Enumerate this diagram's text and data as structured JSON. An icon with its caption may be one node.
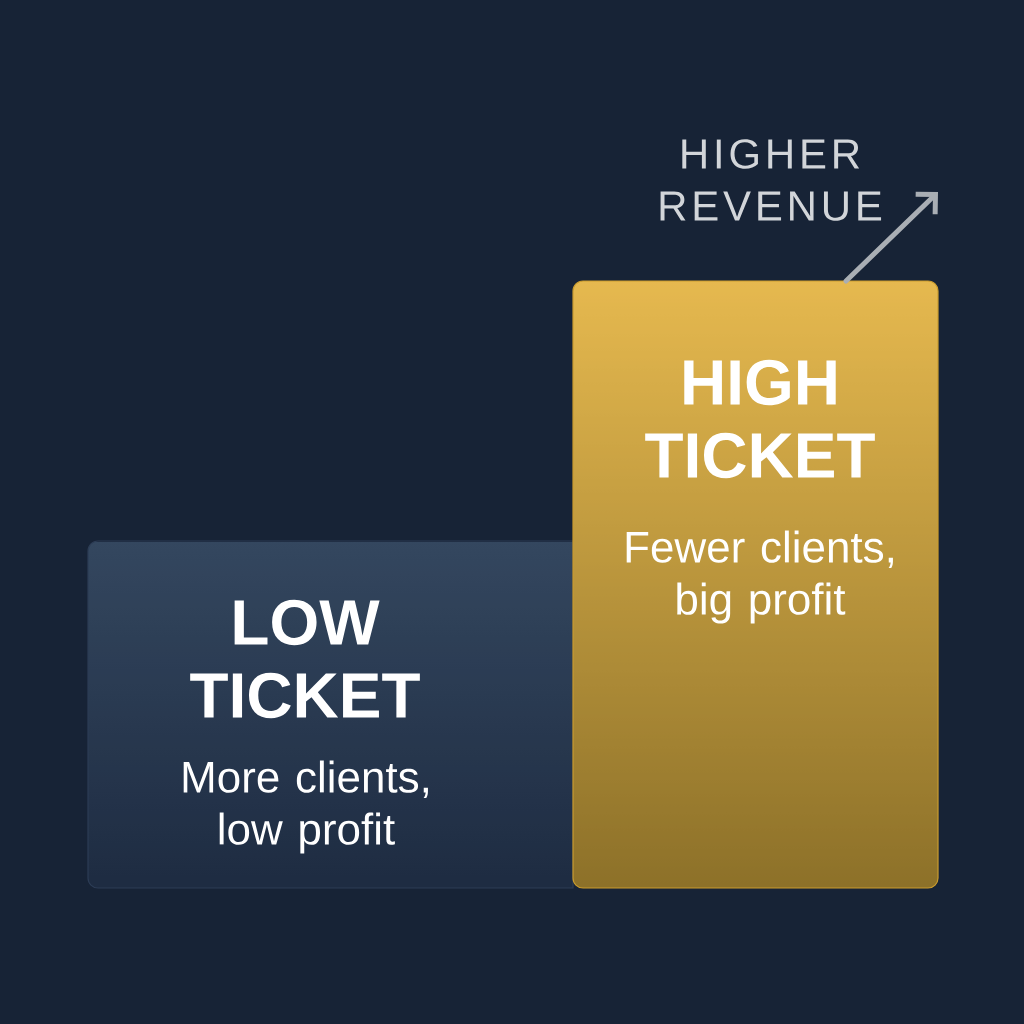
{
  "diagram": {
    "nodes": [
      {
        "text": [
          "LOW TICKET",
          "More clients, low profit"
        ]
      },
      {
        "text": [
          "HIGH TICKET",
          "Fewer clients, big profit"
        ]
      }
    ],
    "labels": [
      "HIGHER REVENUE"
    ]
  }
}
